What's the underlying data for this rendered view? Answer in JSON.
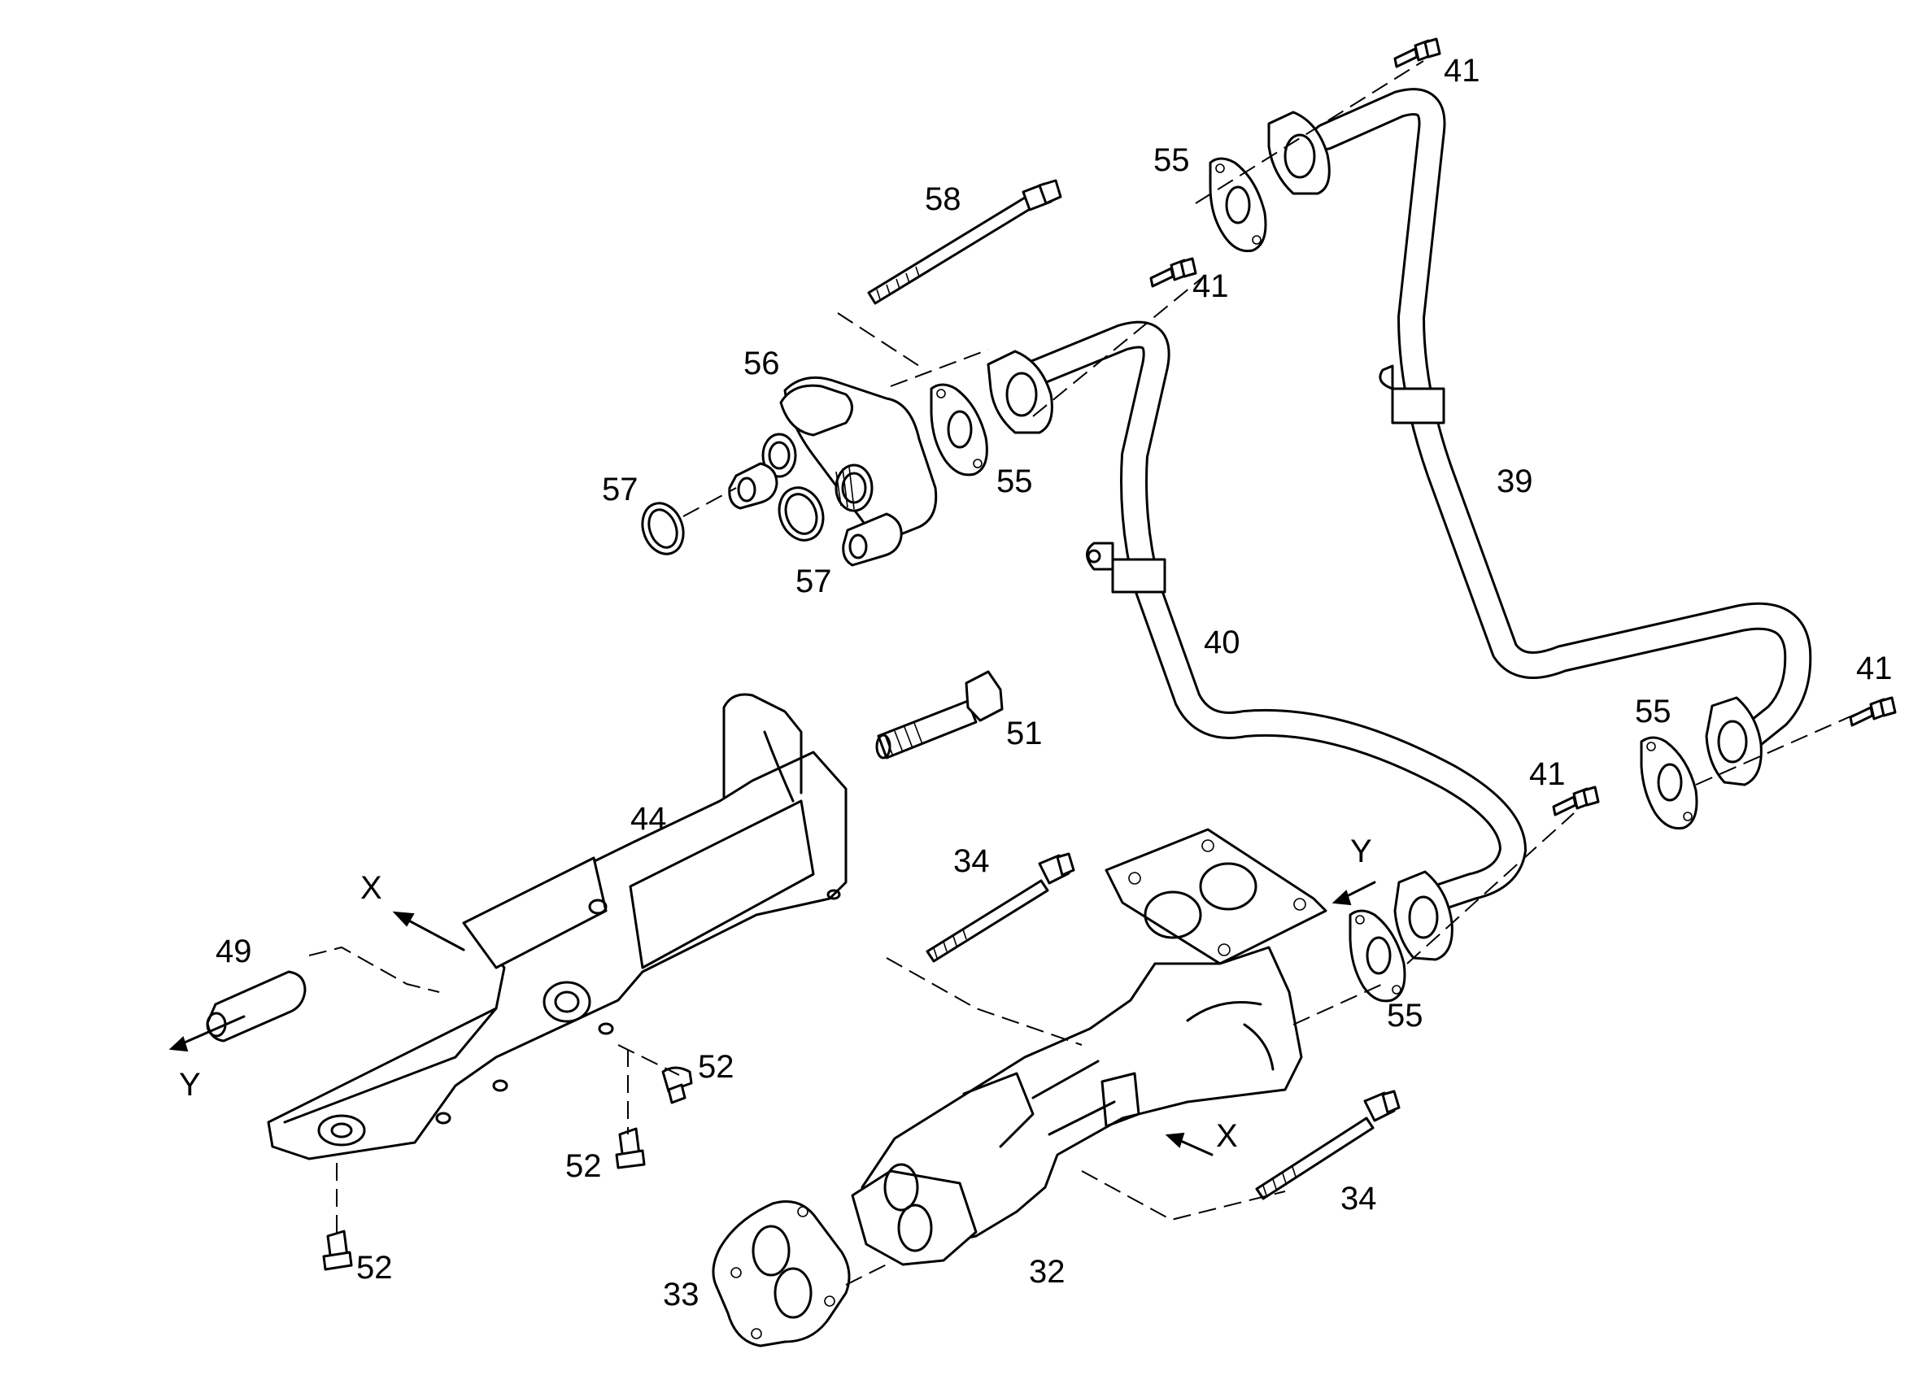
{
  "callouts": {
    "p41_top": "41",
    "p55_top": "55",
    "p58": "58",
    "p41_mid": "41",
    "p56": "56",
    "p57_left": "57",
    "p55_mid": "55",
    "p39": "39",
    "p57_bottom": "57",
    "p40": "40",
    "p41_right": "41",
    "p51": "51",
    "p55_right": "55",
    "p41_lower": "41",
    "p44": "44",
    "p34_top": "34",
    "p49": "49",
    "p55_lower": "55",
    "p52_a": "52",
    "p52_b": "52",
    "p52_c": "52",
    "p34_bottom": "34",
    "p33": "33",
    "p32": "32"
  },
  "view_markers": {
    "x_left": "X",
    "y_left": "Y",
    "y_right": "Y",
    "x_right": "X"
  }
}
